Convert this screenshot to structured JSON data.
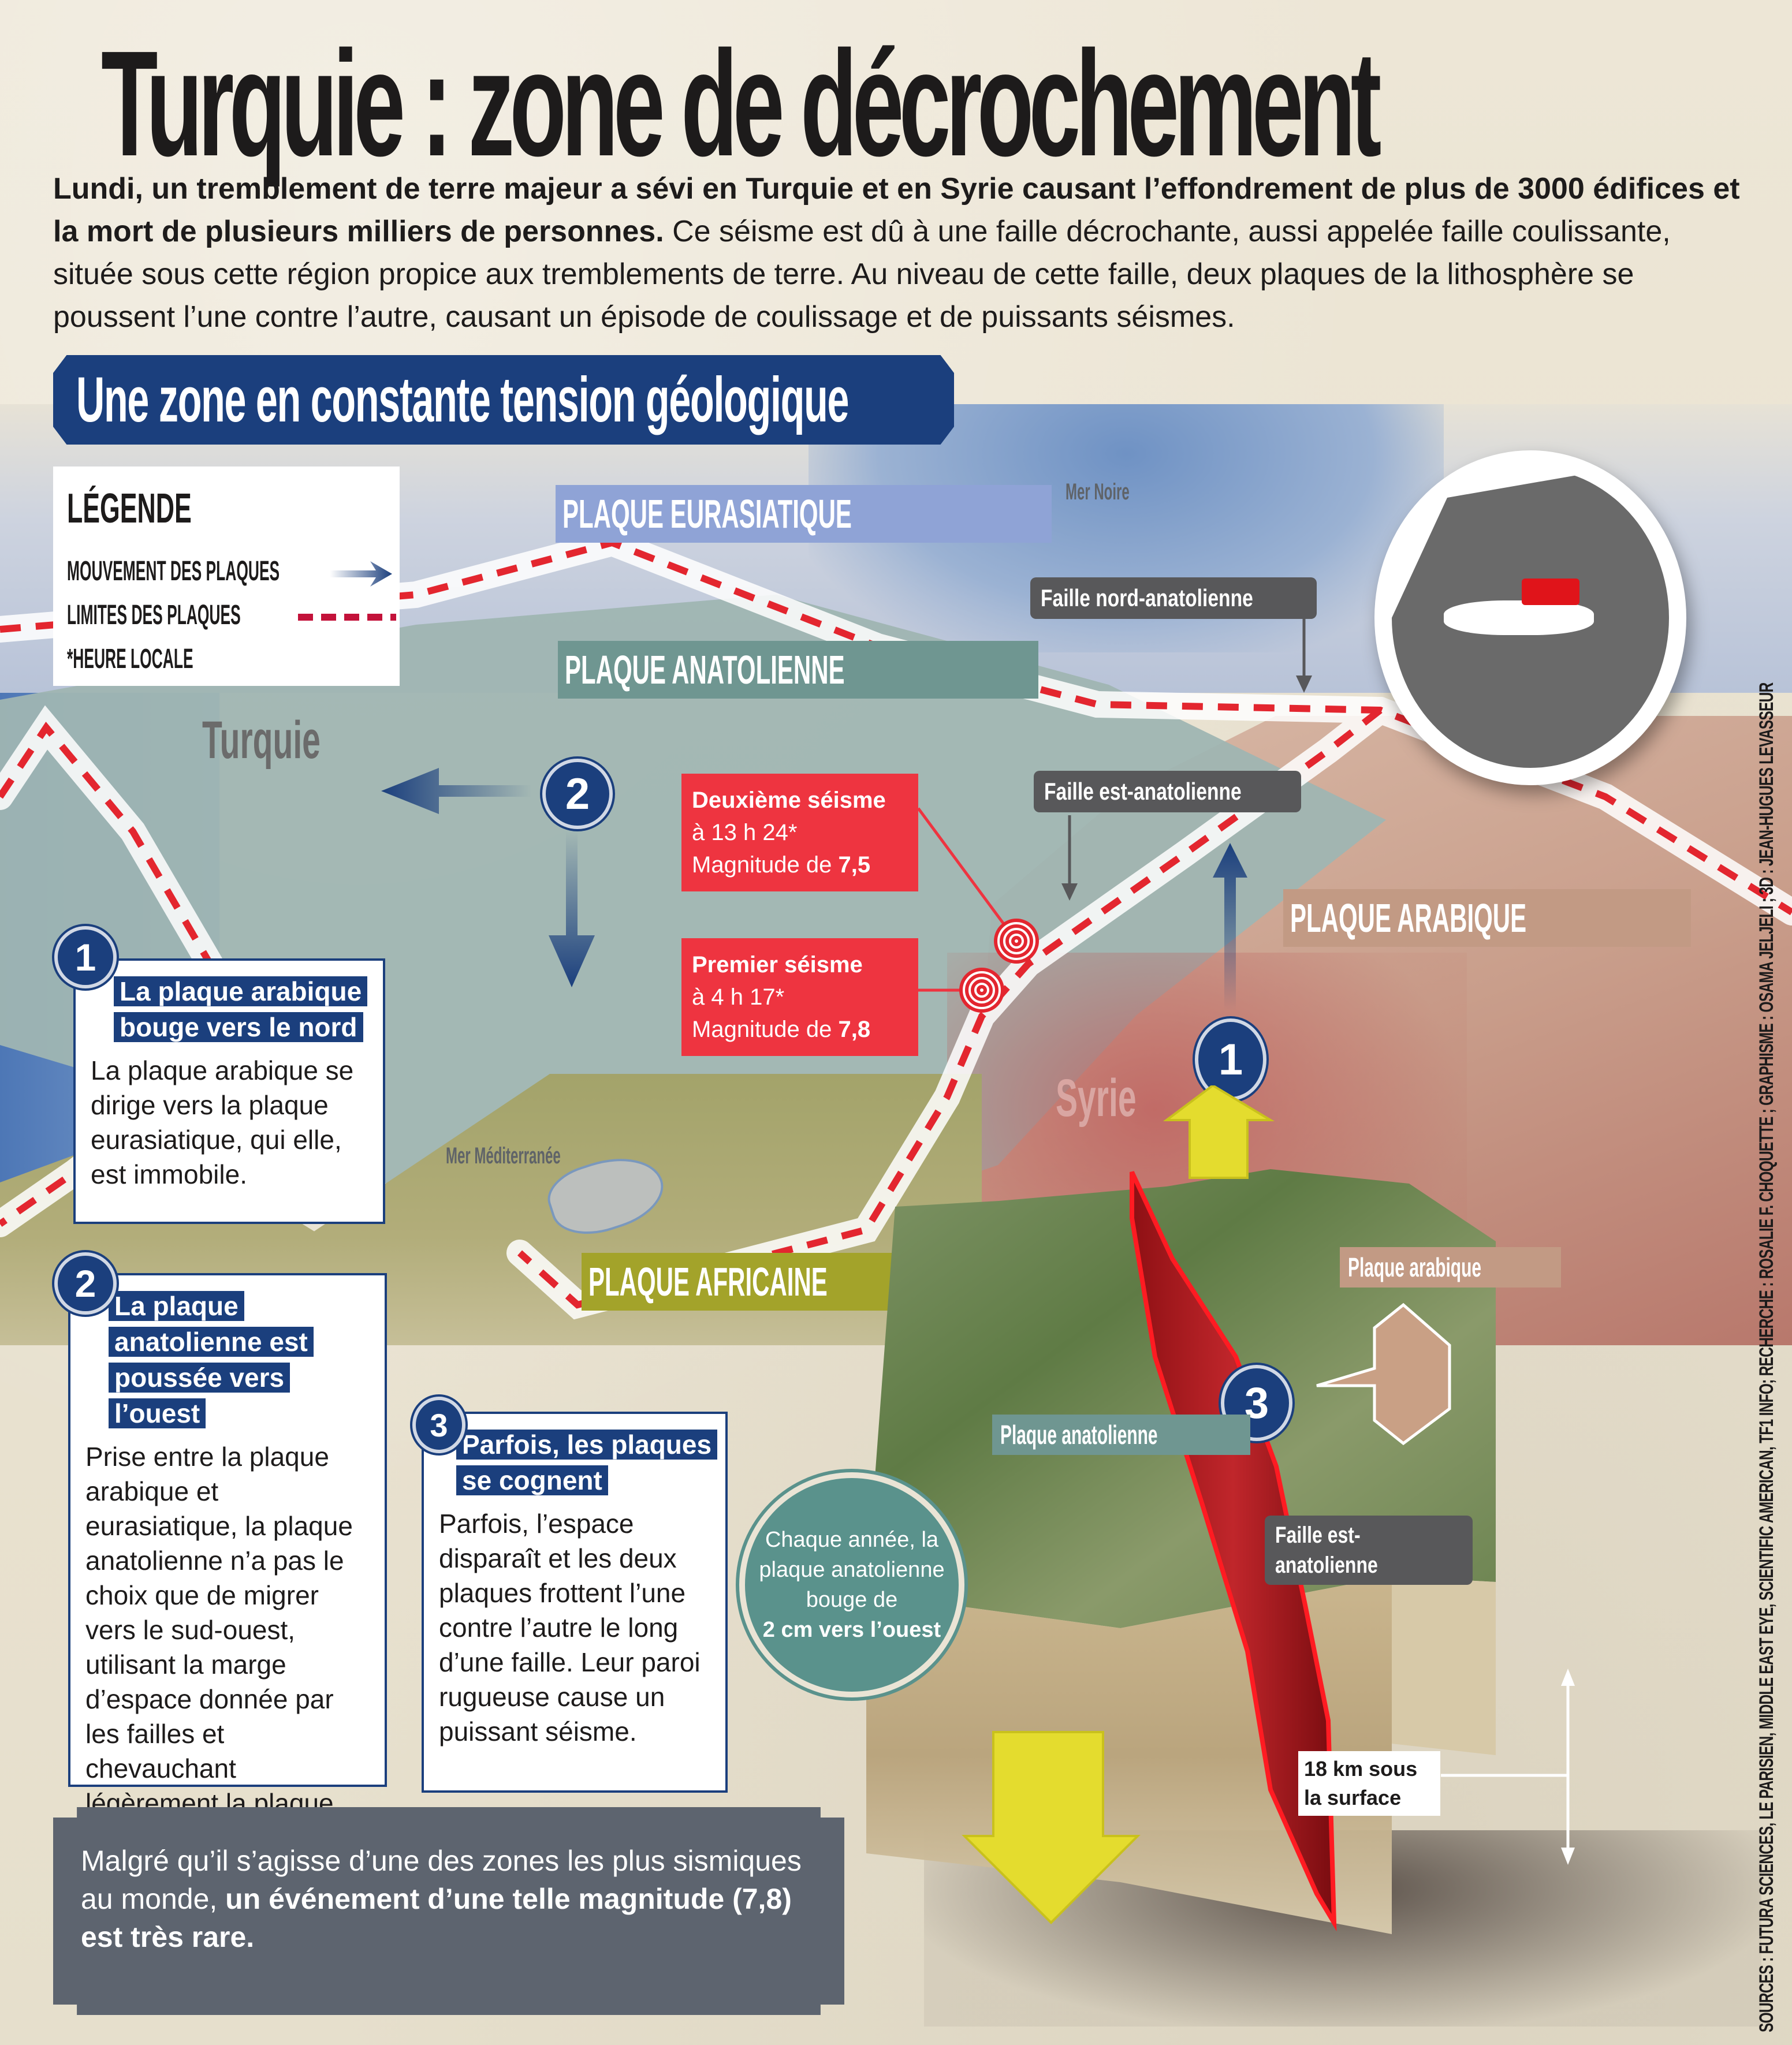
{
  "title": "Turquie : zone de décrochement",
  "intro": {
    "bold": "Lundi, un tremblement de terre majeur a sévi en Turquie et en Syrie causant l’effondrement de plus de 3000 édifices et la mort de plusieurs milliers de personnes.",
    "regular": " Ce séisme est dû à une faille décrochante, aussi appelée faille coulissante, située sous cette région propice aux tremblements de terre. Au niveau de cette faille, deux plaques de la lithosphère se poussent l’une contre l’autre, causant un épisode de coulissage et de puissants séismes."
  },
  "section_title": "Une zone en constante tension géologique",
  "legend": {
    "title": "LÉGENDE",
    "items": [
      {
        "label": "MOUVEMENT DES PLAQUES",
        "icon": "blue-arrow-right"
      },
      {
        "label": "LIMITES DES PLAQUES",
        "icon": "red-dashed-line"
      },
      {
        "label": "*HEURE LOCALE",
        "icon": ""
      }
    ]
  },
  "map": {
    "plates": {
      "eurasian": "PLAQUE EURASIATIQUE",
      "anatolian": "PLAQUE ANATOLIENNE",
      "arabian": "PLAQUE ARABIQUE",
      "african": "PLAQUE AFRICAINE"
    },
    "countries": {
      "turkey": "Turquie",
      "syria": "Syrie"
    },
    "seas": {
      "black": "Mer Noire",
      "mediterranean": "Mer Méditerranée"
    },
    "faults": {
      "north": "Faille nord-anatolienne",
      "east": "Faille est-anatolienne"
    },
    "quakes": [
      {
        "title": "Deuxième séisme",
        "time": "à 13 h 24*",
        "mag_prefix": "Magnitude de ",
        "mag": "7,5"
      },
      {
        "title": "Premier séisme",
        "time": "à 4 h 17*",
        "mag_prefix": "Magnitude de ",
        "mag": "7,8"
      }
    ],
    "markers": {
      "one": "1",
      "two": "2",
      "three": "3"
    }
  },
  "info_boxes": [
    {
      "number": "1",
      "heading": "La plaque arabique bouge vers le nord",
      "body": "La plaque arabique se dirige vers la plaque eurasiatique, qui elle, est immobile."
    },
    {
      "number": "2",
      "heading": "La plaque anatolienne est poussée vers l’ouest",
      "body": "Prise entre la plaque arabique et eurasiatique, la plaque anatolienne n’a pas le choix que de migrer vers le sud-ouest, utilisant la marge d’espace donnée par les failles et chevauchant légèrement la plaque africaine."
    },
    {
      "number": "3",
      "heading": "Parfois, les plaques se cognent",
      "body": "Parfois, l’espace disparaît et les deux plaques frottent l’une contre l’autre le long d’une faille. Leur paroi rugueuse cause un puissant séisme."
    }
  ],
  "block3d": {
    "plate_arabian": "Plaque arabique",
    "plate_anatolian": "Plaque anatolienne",
    "fault": "Faille est-anatolienne",
    "depth": "18 km sous la surface",
    "yearly_pre": "Chaque année, la plaque anatolienne bouge de ",
    "yearly_bold": "2 cm vers l’ouest"
  },
  "bottom_note": {
    "regular": "Malgré qu’il s’agisse d’une des zones les plus sismiques au monde, ",
    "bold": "un événement d’une telle magnitude (7,8) est très rare."
  },
  "credits": "SOURCES : FUTURA SCIENCES, LE PARISIEN, MIDDLE EAST EYE, SCIENTIFIC AMERICAN, TF1 INFO; RECHERCHE : ROSALIE F. CHOQUETTE ; GRAPHISME : OSAMA JELJELI ; 3D : JEAN-HUGUES LEVASSEUR",
  "colors": {
    "navy": "#1b3f7d",
    "quake_red": "#ee3440",
    "fault_gray": "#58585a",
    "eurasian": "#8fa3d6",
    "anatolian": "#6f9691",
    "arabian": "#c29a84",
    "african": "#a3a32a",
    "teal": "#5a928c",
    "note_gray": "#5d646f"
  }
}
